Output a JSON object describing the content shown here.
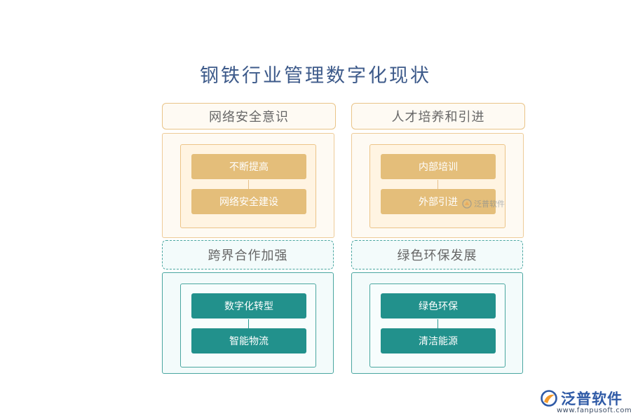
{
  "title": "钢铁行业管理数字化现状",
  "sections": [
    {
      "heading": "网络安全意识",
      "items": [
        "不断提高",
        "网络安全建设"
      ]
    },
    {
      "heading": "人才培养和引进",
      "items": [
        "内部培训",
        "外部引进"
      ]
    },
    {
      "heading": "跨界合作加强",
      "items": [
        "数字化转型",
        "智能物流"
      ]
    },
    {
      "heading": "绿色环保发展",
      "items": [
        "绿色环保",
        "清洁能源"
      ]
    }
  ],
  "watermark": {
    "text": "泛普软件"
  },
  "logo": {
    "name": "泛普软件",
    "url": "www.fanpusoft.com"
  },
  "colors": {
    "title": "#3d5a8a",
    "warm_item": "#e4be7a",
    "warm_border": "#e9c488",
    "cool_item": "#22918c",
    "cool_border": "#4aa6a0",
    "logo_blue": "#2f5aa6",
    "logo_orange": "#f39a2c"
  }
}
